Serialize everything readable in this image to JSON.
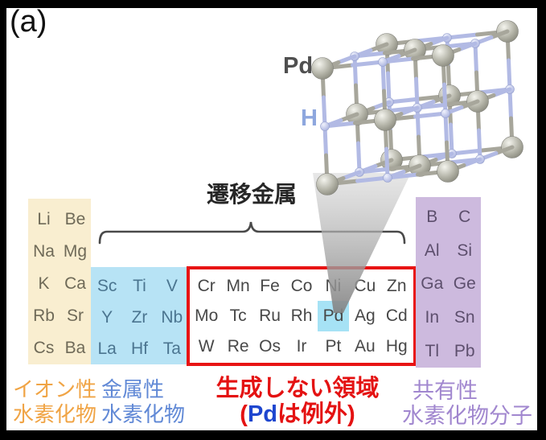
{
  "figure_label": "(a)",
  "crystal": {
    "pd_label": "Pd",
    "h_label": "H"
  },
  "bracket_label": "遷移金属",
  "periodic_table": {
    "ionic_block": {
      "rows": [
        [
          "Li",
          "Be"
        ],
        [
          "Na",
          "Mg"
        ],
        [
          "K",
          "Ca"
        ],
        [
          "Rb",
          "Sr"
        ],
        [
          "Cs",
          "Ba"
        ]
      ]
    },
    "metallic_block": {
      "rows": [
        [
          "Sc",
          "Ti",
          "V"
        ],
        [
          "Y",
          "Zr",
          "Nb"
        ],
        [
          "La",
          "Hf",
          "Ta"
        ]
      ]
    },
    "forbidden_block": {
      "rows": [
        [
          "Cr",
          "Mn",
          "Fe",
          "Co",
          "Ni",
          "Cu",
          "Zn"
        ],
        [
          "Mo",
          "Tc",
          "Ru",
          "Rh",
          "Pd",
          "Ag",
          "Cd"
        ],
        [
          "W",
          "Re",
          "Os",
          "Ir",
          "Pt",
          "Au",
          "Hg"
        ]
      ],
      "highlighted_element": "Pd"
    },
    "covalent_block": {
      "rows": [
        [
          "B",
          "C"
        ],
        [
          "Al",
          "Si"
        ],
        [
          "Ga",
          "Ge"
        ],
        [
          "In",
          "Sn"
        ],
        [
          "Tl",
          "Pb"
        ]
      ]
    }
  },
  "legend": {
    "ionic": {
      "line1": "イオン性",
      "line2": "水素化物"
    },
    "metallic": {
      "line1": "金属性",
      "line2": "水素化物"
    },
    "forbidden": {
      "line1": "生成しない領域",
      "line2_prefix": "(",
      "line2_highlight": "Pd",
      "line2_suffix": "は例外)"
    },
    "covalent": {
      "line1": "共有性",
      "line2": "水素化物分子"
    }
  },
  "colors": {
    "ionic_bg": "#f9eed0",
    "metallic_bg": "#b7e3f5",
    "forbidden_border": "#e81414",
    "pd_cell_highlight": "#a6e2f5",
    "covalent_bg": "#cdbade",
    "legend_ionic": "#f0a445",
    "legend_metallic": "#6189d6",
    "legend_forbidden": "#e41212",
    "legend_pd_blue": "#1e46cf",
    "legend_covalent": "#a187cf",
    "pd_sphere": "#b6b6aa",
    "h_sphere": "#b9c1ea"
  }
}
